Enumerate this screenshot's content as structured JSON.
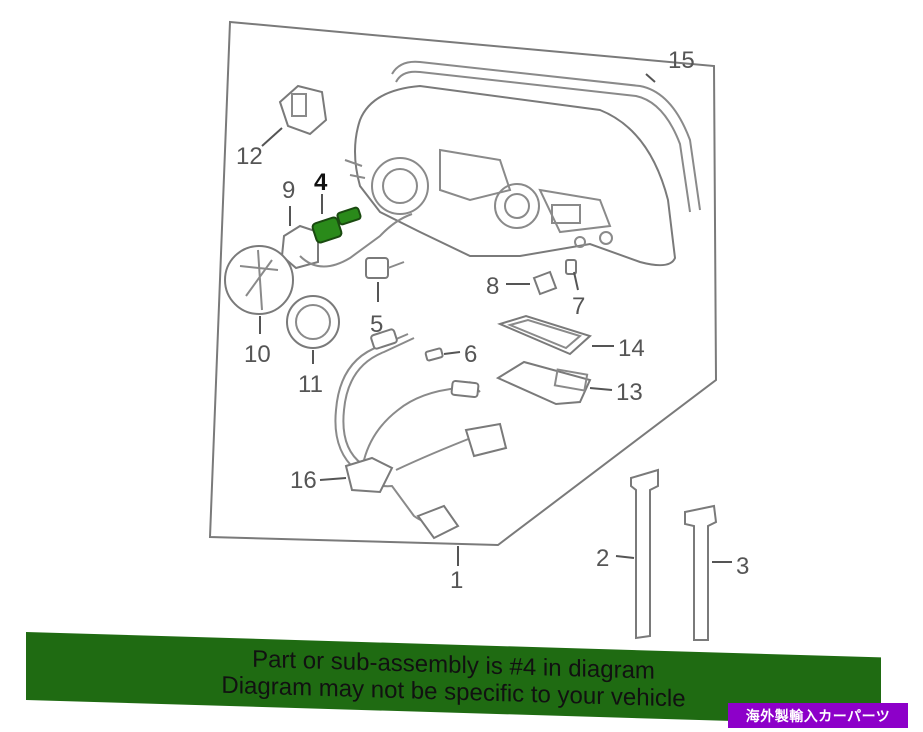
{
  "callouts": {
    "c1": "1",
    "c2": "2",
    "c3": "3",
    "c4": "4",
    "c5": "5",
    "c6": "6",
    "c7": "7",
    "c8": "8",
    "c9": "9",
    "c10": "10",
    "c11": "11",
    "c12": "12",
    "c13": "13",
    "c14": "14",
    "c15": "15",
    "c16": "16"
  },
  "highlight_color": "#2a8a1a",
  "banner": {
    "line1": "Part or sub-assembly is #4 in diagram",
    "line2": "Diagram may not be specific to your vehicle",
    "background": "#1f6b12"
  },
  "watermark": {
    "text": "海外製輸入カーパーツ",
    "background": "#8d00c9"
  }
}
